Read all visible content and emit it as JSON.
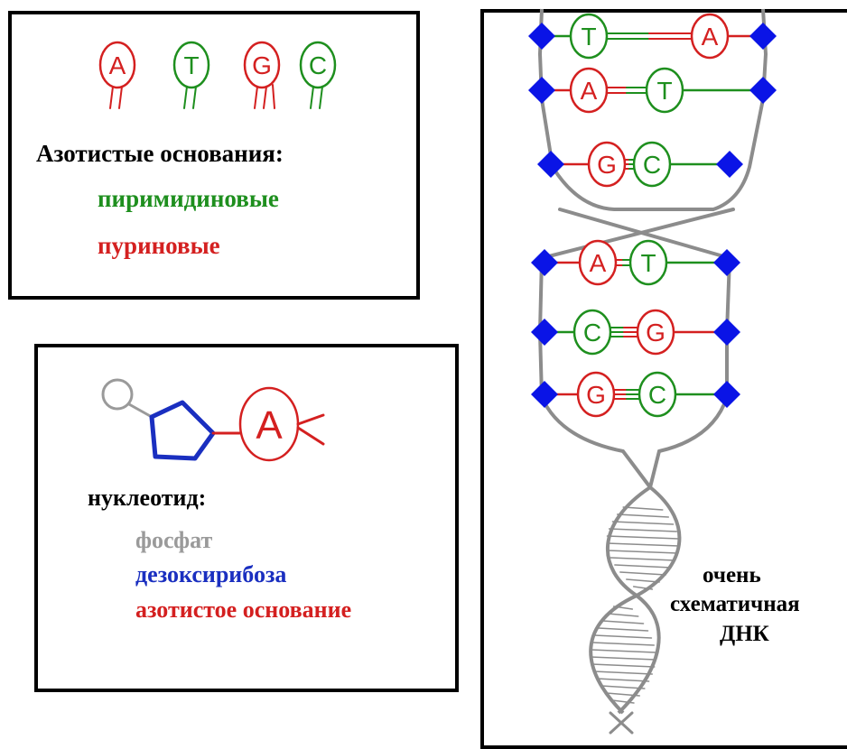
{
  "bases_panel": {
    "letters": [
      "A",
      "T",
      "G",
      "C"
    ],
    "title": "Азотистые основания:",
    "pyrimidines": "пиримидиновые",
    "purines": "пуриновые"
  },
  "nucleotide_panel": {
    "base_letter": "A",
    "title": "нуклеотид:",
    "phosphate": "фосфат",
    "deoxyribose": "дезоксирибоза",
    "base": "азотистое основание"
  },
  "dna_panel": {
    "pairs_top": [
      {
        "left": "T",
        "right": "A",
        "bond": "double"
      },
      {
        "left": "A",
        "right": "T",
        "bond": "double"
      },
      {
        "left": "G",
        "right": "C",
        "bond": "triple"
      }
    ],
    "pairs_mid": [
      {
        "left": "A",
        "right": "T",
        "bond": "double"
      },
      {
        "left": "C",
        "right": "G",
        "bond": "triple"
      },
      {
        "left": "G",
        "right": "C",
        "bond": "triple"
      }
    ],
    "caption_line1": "очень",
    "caption_line2": "схематичная",
    "caption_line3": "ДНК"
  },
  "colors": {
    "purine": "#d42020",
    "pyrimidine": "#1e8f1e",
    "sugar": "#1a2fc0",
    "phosphate": "#9a9a9a",
    "backbone": "#8c8c8c",
    "diamond": "#0a14e6",
    "border": "#000000"
  }
}
